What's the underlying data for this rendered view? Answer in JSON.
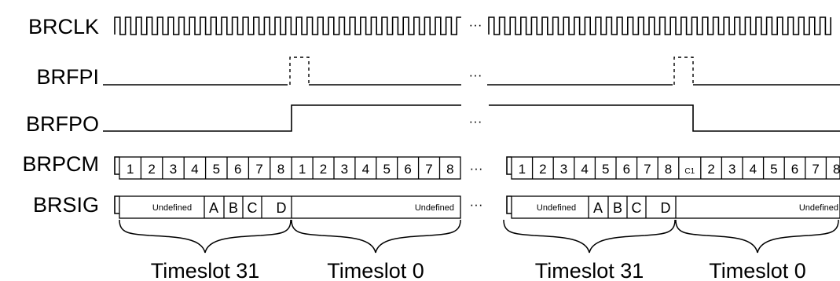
{
  "signals": {
    "brclk": "BRCLK",
    "brfpi": "BRFPI",
    "brfpo": "BRFPO",
    "brpcm": "BRPCM",
    "brsig": "BRSIG"
  },
  "ellipsis": "···",
  "pcm": {
    "left": [
      "1",
      "2",
      "3",
      "4",
      "5",
      "6",
      "7",
      "8",
      "1",
      "2",
      "3",
      "4",
      "5",
      "6",
      "7",
      "8"
    ],
    "right": [
      "1",
      "2",
      "3",
      "4",
      "5",
      "6",
      "7",
      "8",
      "C1",
      "2",
      "3",
      "4",
      "5",
      "6",
      "7",
      "8"
    ]
  },
  "sig": {
    "undefined": "Undefined",
    "bits": [
      "A",
      "B",
      "C",
      "D"
    ]
  },
  "timeslots": {
    "left_a": "Timeslot 31",
    "left_b": "Timeslot 0",
    "right_a": "Timeslot 31",
    "right_b": "Timeslot 0"
  }
}
